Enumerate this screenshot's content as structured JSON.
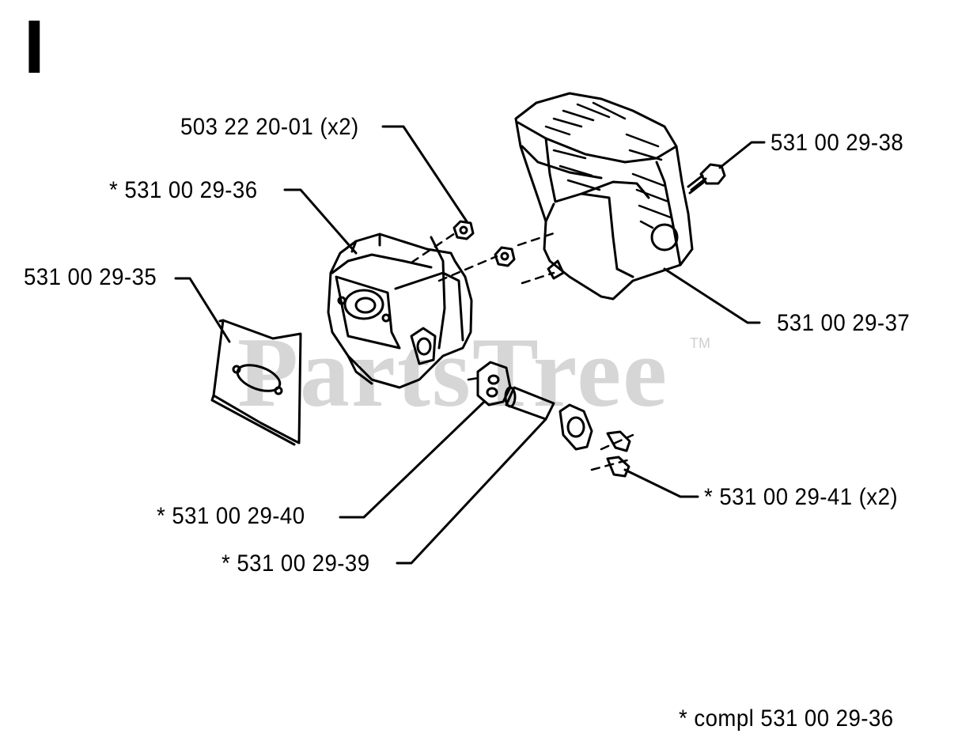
{
  "section_letter": "I",
  "watermark": {
    "brand": "PartsTree",
    "trademark": "TM"
  },
  "callouts": {
    "p503_22_20_01": "503 22 20-01 (x2)",
    "p531_00_29_36": "*  531 00 29-36",
    "p531_00_29_35": "531 00 29-35",
    "p531_00_29_38": "531 00 29-38",
    "p531_00_29_37": "531 00 29-37",
    "p531_00_29_40": "*  531 00 29-40",
    "p531_00_29_39": "*  531 00 29-39",
    "p531_00_29_41": "*  531 00 29-41 (x2)"
  },
  "footnote": "*  compl 531 00 29-36"
}
